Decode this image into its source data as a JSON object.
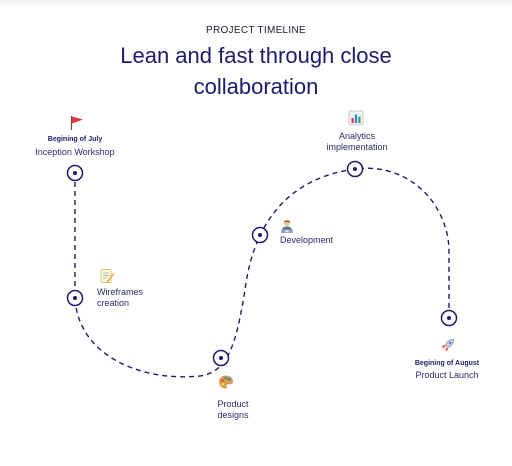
{
  "header": {
    "eyebrow": "PROJECT TIMELINE",
    "title_line1": "Lean and fast through close",
    "title_line2": "collaboration"
  },
  "colors": {
    "path": "#1d1b6b",
    "title": "#1d1b6b"
  },
  "milestones": [
    {
      "date": "Begining of July",
      "label": "Inception Workshop",
      "icon": "red-flag-icon"
    },
    {
      "label": "Wireframes creation",
      "label_line1": "Wireframes",
      "label_line2": "creation",
      "icon": "memo-icon"
    },
    {
      "label": "Product designs",
      "label_line1": "Product",
      "label_line2": "designs",
      "icon": "artist-palette-icon"
    },
    {
      "label": "Development",
      "icon": "technologist-icon"
    },
    {
      "label": "Analytics implementation",
      "label_line1": "Analytics",
      "label_line2": "implementation",
      "icon": "bar-chart-icon"
    },
    {
      "date": "Begining of August",
      "label": "Product Launch",
      "icon": "rocket-icon"
    }
  ]
}
